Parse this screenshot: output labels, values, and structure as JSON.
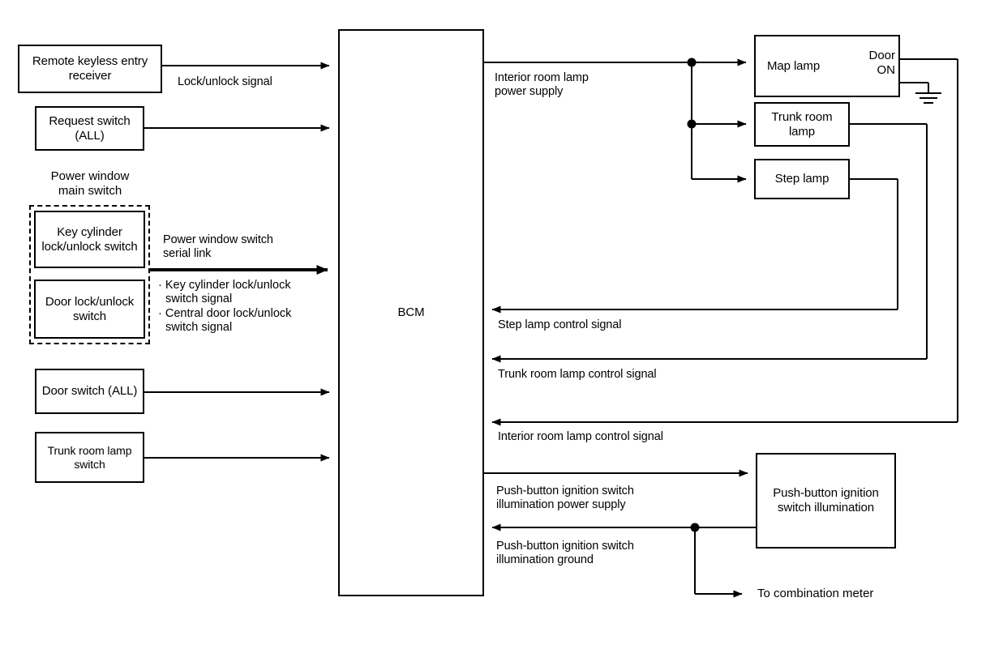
{
  "diagram": {
    "title": "BCM interior room lamp / push-button ignition switch illumination block diagram",
    "line_color": "#000000",
    "background": "#ffffff"
  },
  "inputs": [
    {
      "id": "remote-keyless-entry-receiver",
      "label": "Remote keyless\nentry receiver"
    },
    {
      "id": "request-switch",
      "label": "Request switch\n(ALL)"
    },
    {
      "id": "key-cylinder-lock-unlock-switch",
      "label": "Key cylinder\nlock/unlock\nswitch"
    },
    {
      "id": "door-lock-unlock-switch",
      "label": "Door\nlock/unlock\nswitch"
    },
    {
      "id": "door-switch",
      "label": "Door switch\n(ALL)"
    },
    {
      "id": "trunk-room-lamp-switch",
      "label": "Trunk room lamp\nswitch"
    }
  ],
  "groups": {
    "power_window_main_switch": "Power window\nmain switch"
  },
  "controller": {
    "label": "BCM"
  },
  "outputs": [
    {
      "id": "map-lamp",
      "label": "Map lamp",
      "terminals": "Door\nON"
    },
    {
      "id": "trunk-room-lamp",
      "label": "Trunk room\nlamp"
    },
    {
      "id": "step-lamp",
      "label": "Step lamp"
    },
    {
      "id": "push-button-ignition-switch-illumination",
      "label": "Push-button\nignition switch\nillumination"
    }
  ],
  "signals": {
    "lock_unlock": "Lock/unlock signal",
    "power_window_serial_link": "Power window switch\nserial link",
    "serial_link_items": [
      "Key cylinder lock/unlock\nswitch signal",
      "Central door lock/unlock\nswitch signal"
    ],
    "interior_room_lamp_power_supply": "Interior room lamp\npower supply",
    "step_lamp_control": "Step lamp control signal",
    "trunk_room_lamp_control": "Trunk room lamp control signal",
    "interior_room_lamp_control": "Interior room lamp control signal",
    "ignition_illumination_power_supply": "Push-button ignition switch\nillumination power supply",
    "ignition_illumination_ground": "Push-button ignition switch\nillumination ground",
    "to_combination_meter": "To combination meter"
  },
  "symbols": {
    "ground": "ground-symbol",
    "junction": "junction-dot"
  }
}
